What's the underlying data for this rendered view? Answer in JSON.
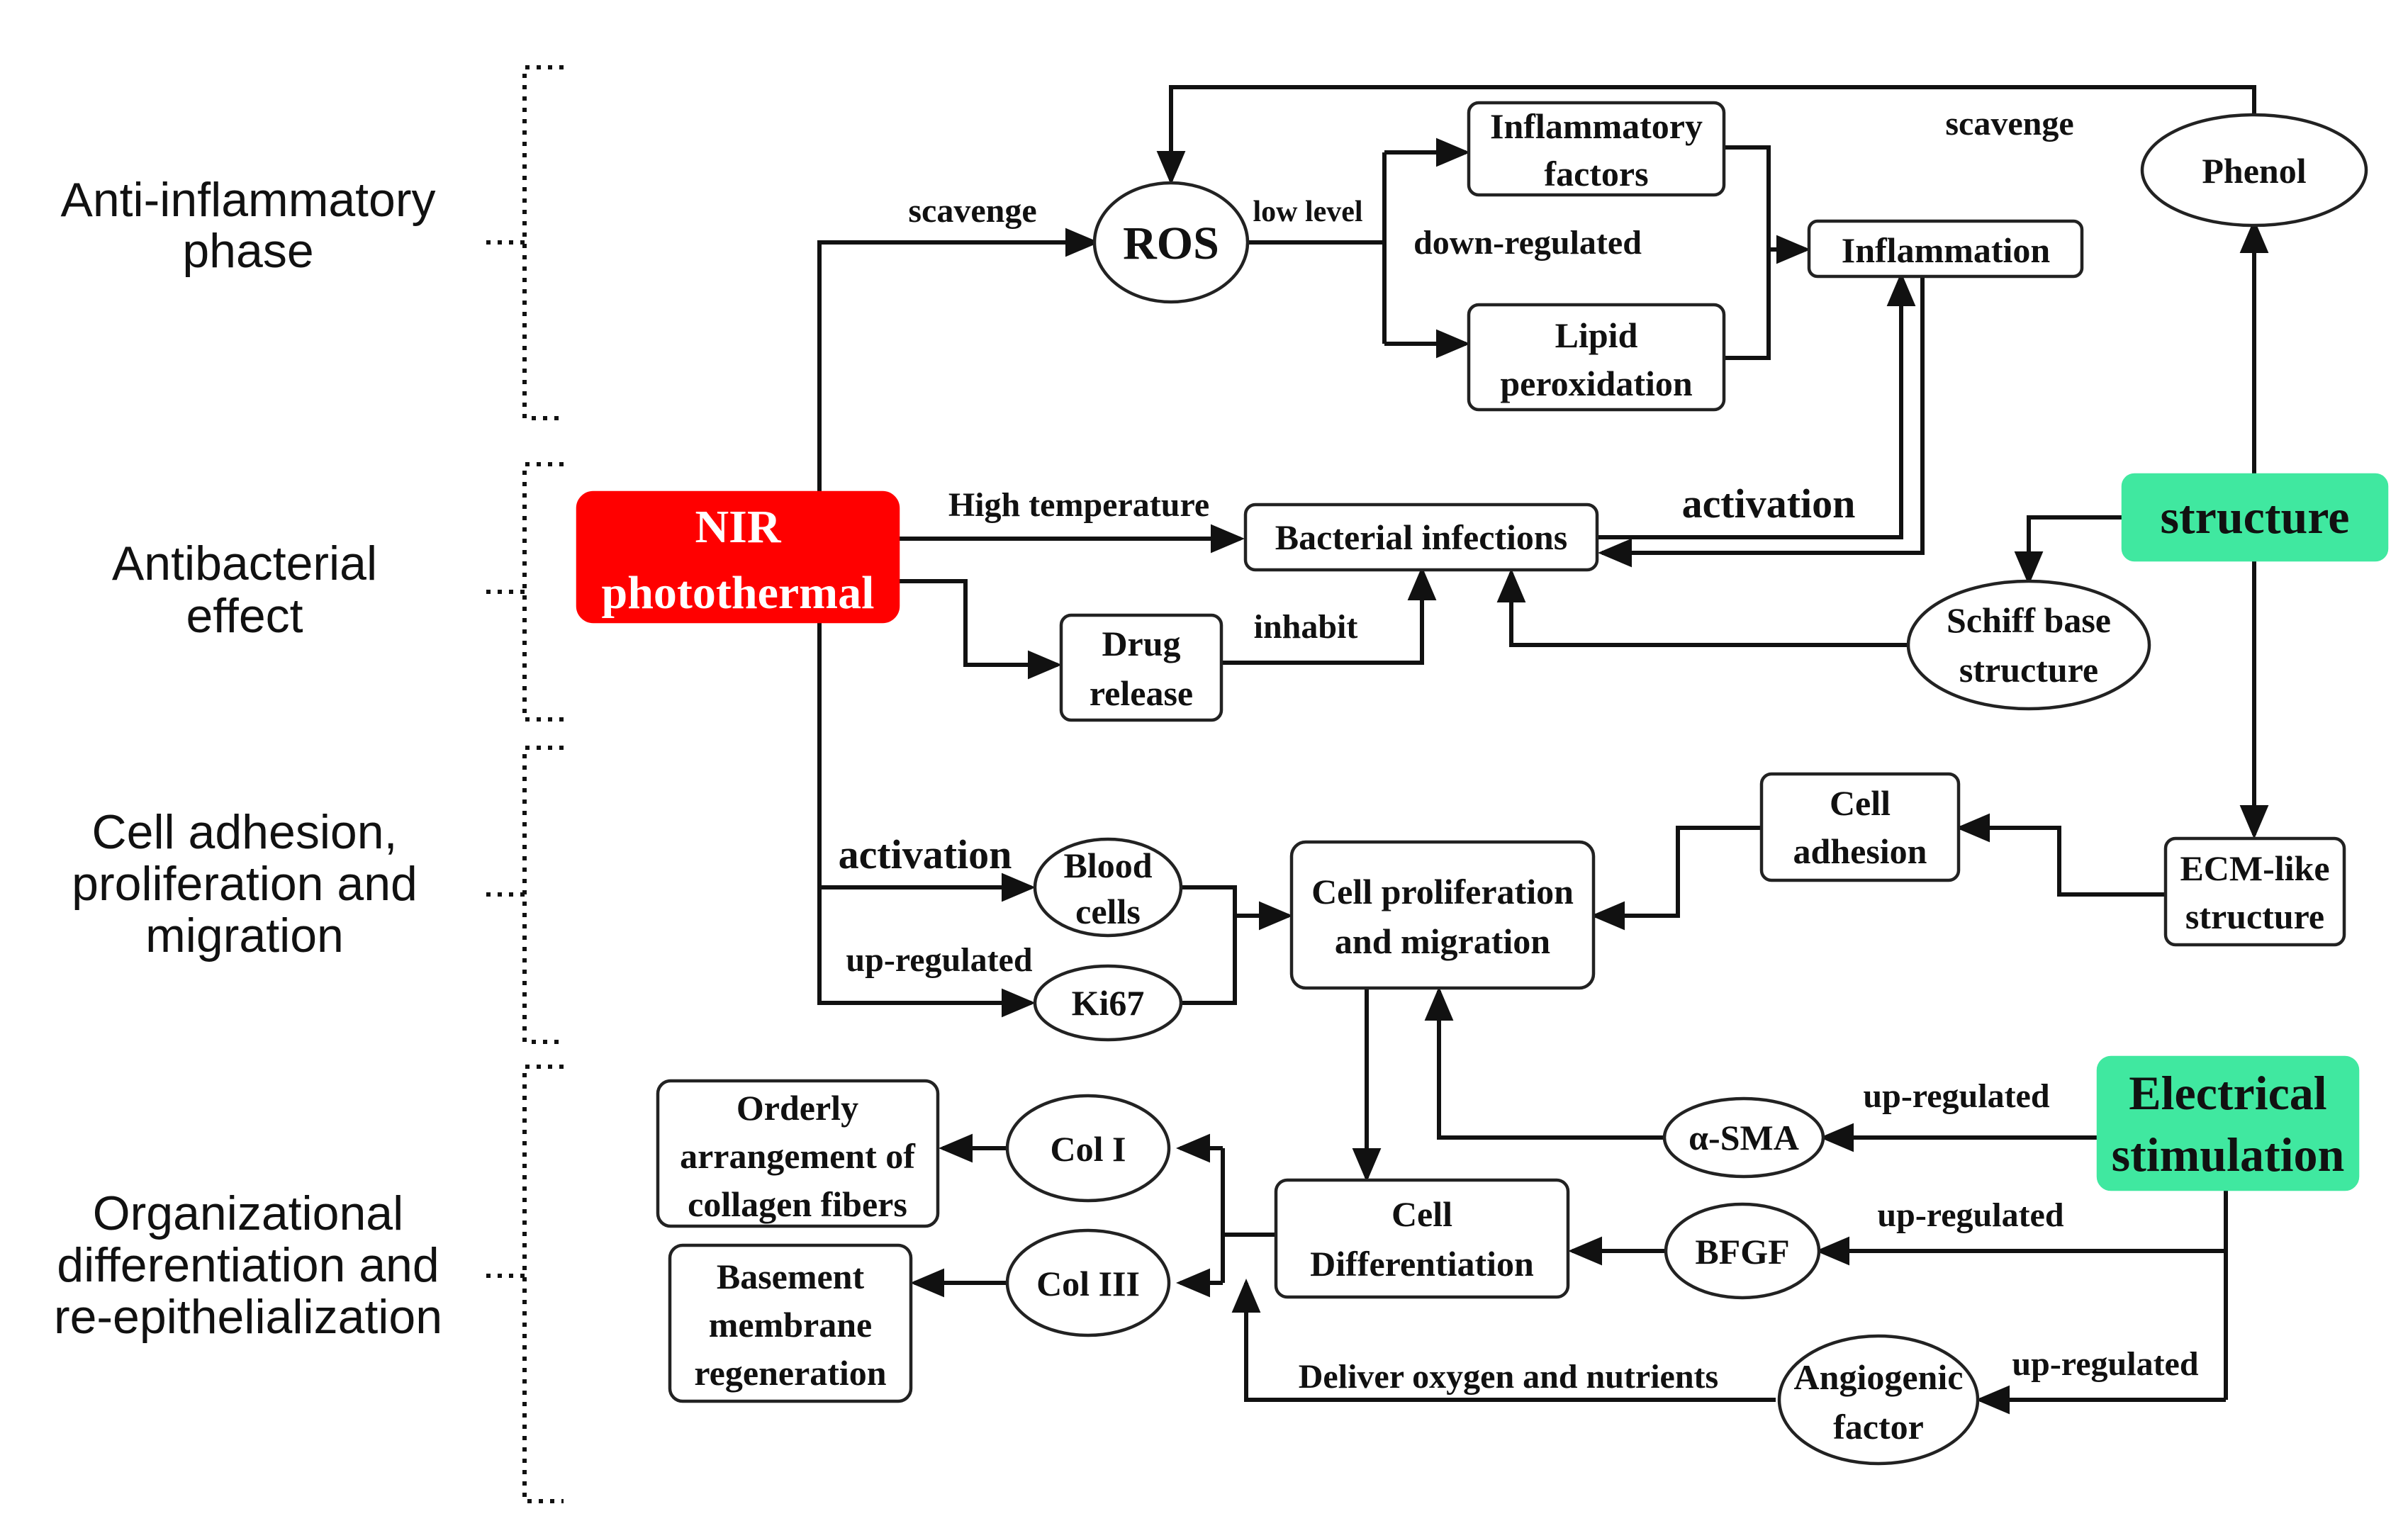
{
  "phases": [
    {
      "id": "anti-inflammatory-phase",
      "lines": [
        "Anti-inflammatory",
        "phase"
      ]
    },
    {
      "id": "antibacterial-effect",
      "lines": [
        "Antibacterial",
        "effect"
      ]
    },
    {
      "id": "cell-adhesion-phase",
      "lines": [
        "Cell adhesion,",
        "proliferation and",
        "migration"
      ]
    },
    {
      "id": "differentiation-phase",
      "lines": [
        "Organizational",
        "differentiation and",
        "re-epithelialization"
      ]
    }
  ],
  "nodes": {
    "nir": {
      "lines": [
        "NIR",
        "photothermal"
      ]
    },
    "ros": {
      "lines": [
        "ROS"
      ]
    },
    "inflammatory_factors": {
      "lines": [
        "Inflammatory",
        "factors"
      ]
    },
    "lipid_peroxidation": {
      "lines": [
        "Lipid",
        "peroxidation"
      ]
    },
    "inflammation": {
      "lines": [
        "Inflammation"
      ]
    },
    "phenol": {
      "lines": [
        "Phenol"
      ]
    },
    "structure": {
      "lines": [
        "structure"
      ]
    },
    "bacterial_infections": {
      "lines": [
        "Bacterial infections"
      ]
    },
    "drug_release": {
      "lines": [
        "Drug",
        "release"
      ]
    },
    "schiff_base": {
      "lines": [
        "Schiff base",
        "structure"
      ]
    },
    "cell_adhesion": {
      "lines": [
        "Cell",
        "adhesion"
      ]
    },
    "ecm": {
      "lines": [
        "ECM-like",
        "structure"
      ]
    },
    "blood_cells": {
      "lines": [
        "Blood",
        "cells"
      ]
    },
    "ki67": {
      "lines": [
        "Ki67"
      ]
    },
    "cell_prolif": {
      "lines": [
        "Cell proliferation",
        "and migration"
      ]
    },
    "electrical": {
      "lines": [
        "Electrical",
        "stimulation"
      ]
    },
    "asma": {
      "lines": [
        "α-SMA"
      ]
    },
    "bfgf": {
      "lines": [
        "BFGF"
      ]
    },
    "cell_diff": {
      "lines": [
        "Cell",
        "Differentiation"
      ]
    },
    "col1": {
      "lines": [
        "Col I"
      ]
    },
    "col3": {
      "lines": [
        "Col III"
      ]
    },
    "orderly": {
      "lines": [
        "Orderly",
        "arrangement of",
        "collagen fibers"
      ]
    },
    "basement": {
      "lines": [
        "Basement",
        "membrane",
        "regeneration"
      ]
    },
    "angiogenic": {
      "lines": [
        "Angiogenic",
        "factor"
      ]
    }
  },
  "edge_labels": {
    "scavenge_left": "scavenge",
    "scavenge_right": "scavenge",
    "low_level": "low level",
    "down_regulated": "down-regulated",
    "high_temperature": "High temperature",
    "activation_top": "activation",
    "inhabit": "inhabit",
    "activation_mid": "activation",
    "up_regulated_ki67": "up-regulated",
    "up_regulated_asma": "up-regulated",
    "up_regulated_bfgf": "up-regulated",
    "up_regulated_angio": "up-regulated",
    "deliver": "Deliver oxygen and nutrients"
  }
}
